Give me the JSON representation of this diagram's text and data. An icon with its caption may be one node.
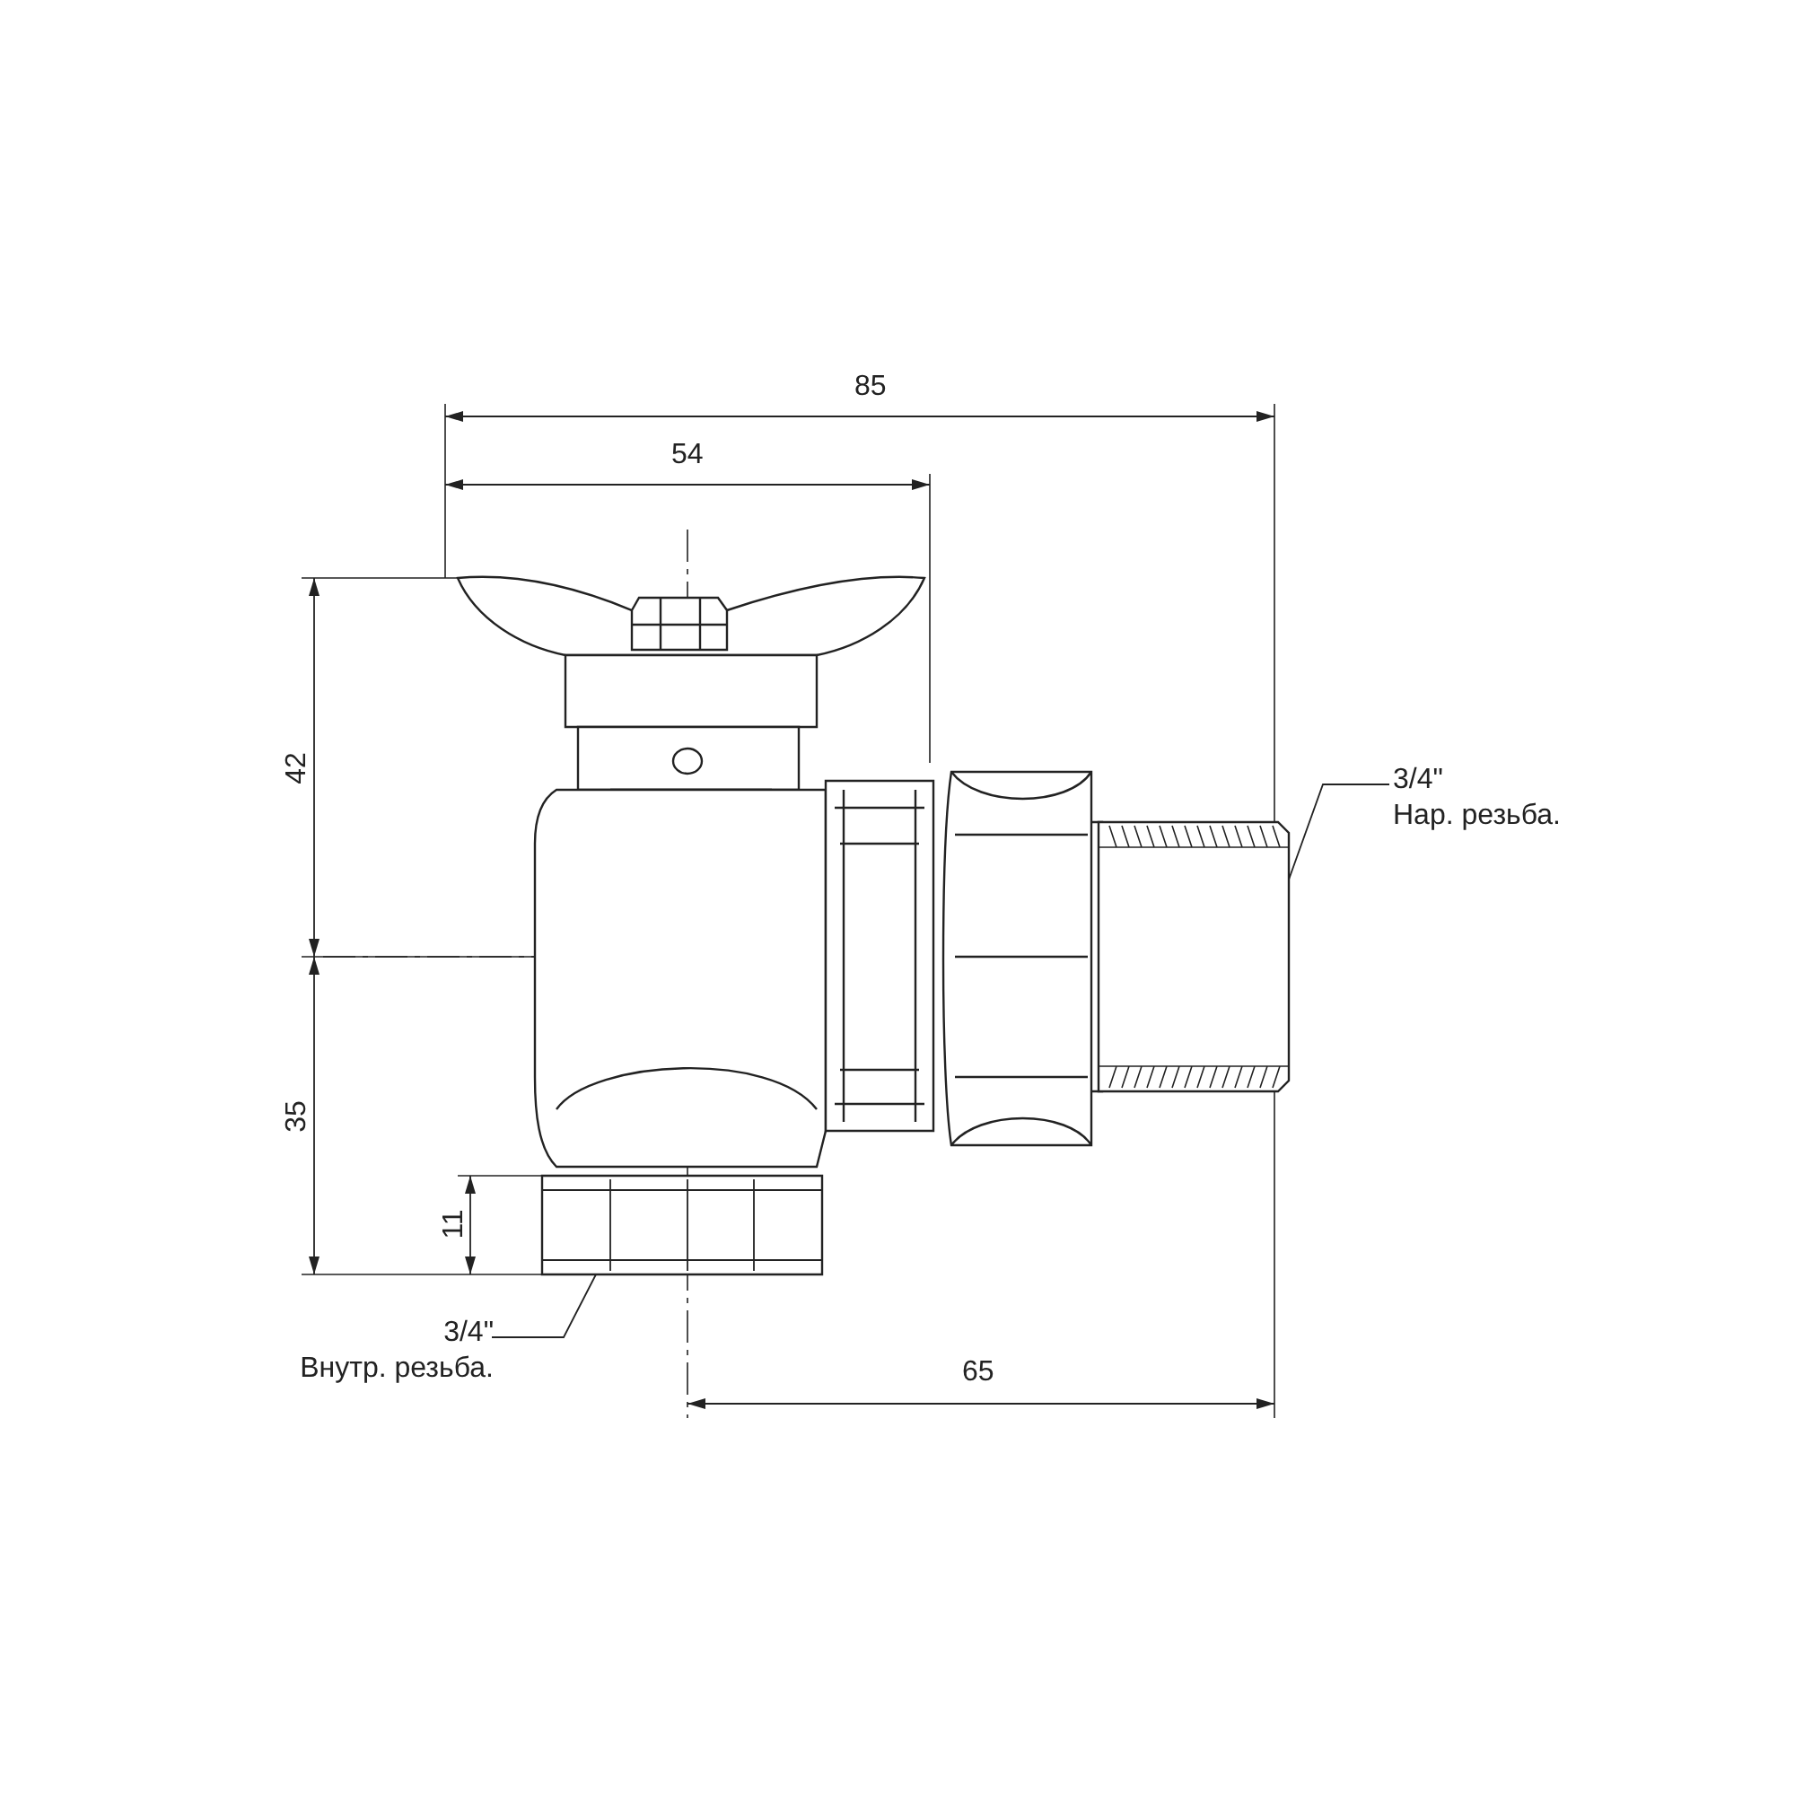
{
  "diagram": {
    "nodes": [
      {
        "text": [
          "3/4\"",
          "Нар. резьба."
        ]
      },
      {
        "text": [],
        "shape": "box"
      },
      {
        "text": [
          "3/4\"",
          "Внутр. резьба."
        ]
      },
      {
        "text": [],
        "shape": "box"
      }
    ],
    "edges": [
      {
        "from": 0,
        "to": 1,
        "arrow": "none"
      },
      {
        "from": 2,
        "to": 3,
        "arrow": "none"
      }
    ],
    "labels": [
      "85",
      "54",
      "42",
      "35",
      "11",
      "65"
    ]
  }
}
